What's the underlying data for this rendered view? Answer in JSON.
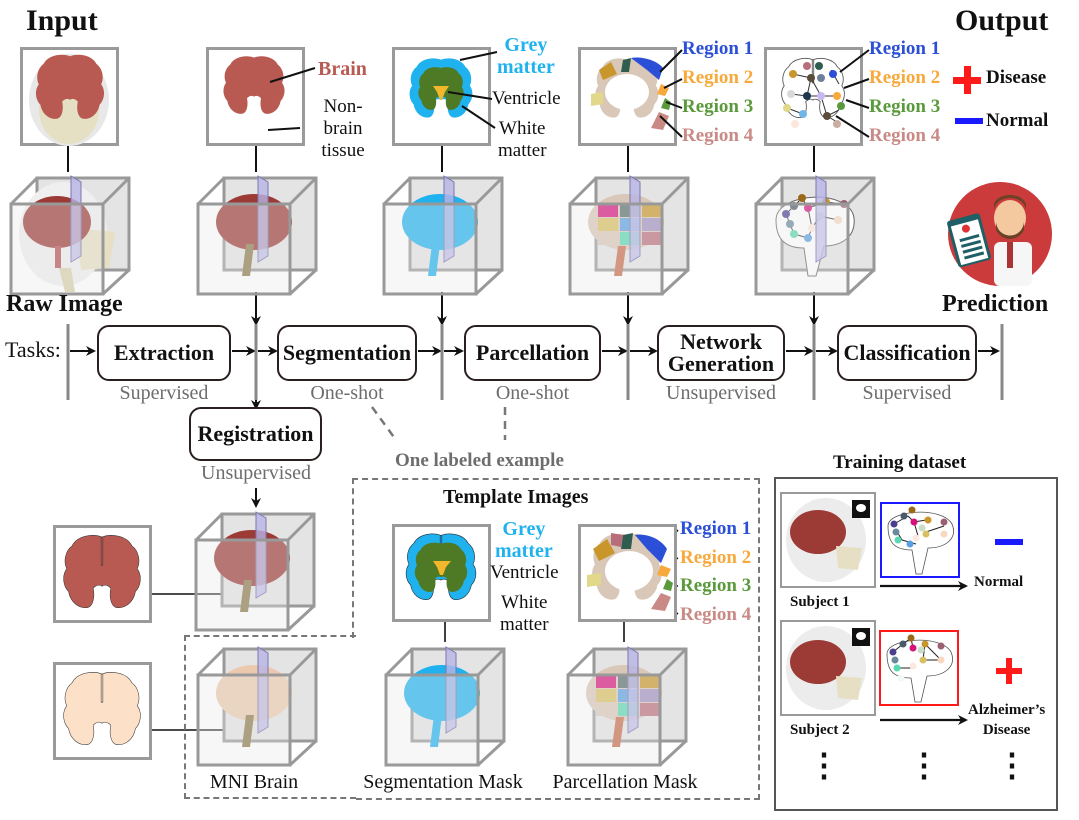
{
  "headers": {
    "input": "Input",
    "output": "Output",
    "raw_image": "Raw Image",
    "prediction": "Prediction"
  },
  "legend": {
    "disease_label": "Disease",
    "normal_label": "Normal",
    "disease_color": "#ff1a1a",
    "normal_color": "#1a1aff"
  },
  "annotations": {
    "brain": "Brain",
    "non_brain_tissue_1": "Non-brain",
    "non_brain_tissue_2": "tissue",
    "grey_matter_1": "Grey",
    "grey_matter_2": "matter",
    "ventricle": "Ventricle",
    "white_matter_1": "White",
    "white_matter_2": "matter"
  },
  "regions": [
    {
      "label": "Region 1",
      "color": "#2b4fd6"
    },
    {
      "label": "Region 2",
      "color": "#f7a93b"
    },
    {
      "label": "Region 3",
      "color": "#5a9a3c"
    },
    {
      "label": "Region 4",
      "color": "#c98a86"
    }
  ],
  "colors": {
    "brain_red": "#b85a52",
    "grey_matter": "#1fb2ef",
    "white_matter": "#4f7a25",
    "ventricle": "#f2b72c",
    "mni_skin": "#fde0c8",
    "doctor_circle": "#cc3b3b"
  },
  "pipeline": {
    "tasks_label": "Tasks:",
    "tasks": [
      {
        "name": "Extraction",
        "method": "Supervised"
      },
      {
        "name": "Segmentation",
        "method": "One-shot"
      },
      {
        "name": "Parcellation",
        "method": "One-shot"
      },
      {
        "name_line1": "Network",
        "name_line2": "Generation",
        "method": "Unsupervised"
      },
      {
        "name": "Classification",
        "method": "Supervised"
      }
    ],
    "registration": {
      "name": "Registration",
      "method": "Unsupervised"
    }
  },
  "templates": {
    "one_labeled_example": "One labeled example",
    "title": "Template Images",
    "mni_brain": "MNI Brain",
    "segmentation_mask": "Segmentation Mask",
    "parcellation_mask": "Parcellation Mask"
  },
  "training": {
    "title": "Training dataset",
    "subjects": [
      {
        "label": "Subject 1",
        "outcome": "Normal",
        "sign": "minus",
        "frame_color": "#1a1aff"
      },
      {
        "label": "Subject 2",
        "outcome_line1": "Alzheimer’s",
        "outcome_line2": "Disease",
        "sign": "plus",
        "frame_color": "#ff1a1a"
      }
    ],
    "ellipsis": "⋮"
  }
}
